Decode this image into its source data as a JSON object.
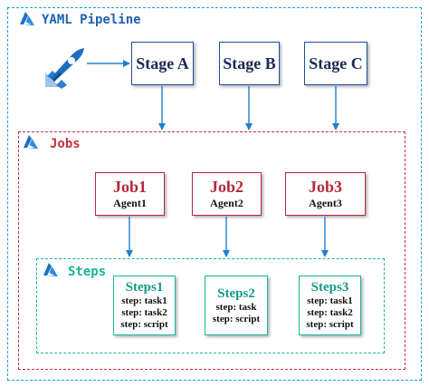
{
  "pipeline": {
    "title": "YAML Pipeline"
  },
  "stages": [
    {
      "label": "Stage A"
    },
    {
      "label": "Stage B"
    },
    {
      "label": "Stage C"
    }
  ],
  "jobs_section": {
    "title": "Jobs"
  },
  "jobs": [
    {
      "title": "Job1",
      "agent": "Agent1"
    },
    {
      "title": "Job2",
      "agent": "Agent2"
    },
    {
      "title": "Job3",
      "agent": "Agent3"
    }
  ],
  "steps_section": {
    "title": "Steps"
  },
  "steps": [
    {
      "title": "Steps1",
      "lines": [
        "step: task1",
        "step: task2",
        "step: script"
      ]
    },
    {
      "title": "Steps2",
      "lines": [
        "step: task",
        "step: script"
      ]
    },
    {
      "title": "Steps3",
      "lines": [
        "step: task1",
        "step: task2",
        "step: script"
      ]
    }
  ],
  "colors": {
    "pipeline": "#1aa3c8",
    "jobs": "#c8303f",
    "steps": "#19b59a",
    "arrow": "#1f7fd0",
    "stage_border": "#1d4e9c"
  },
  "icons": {
    "azure": "azure-logo-icon",
    "pipelines": "azure-pipelines-rocket-icon"
  }
}
